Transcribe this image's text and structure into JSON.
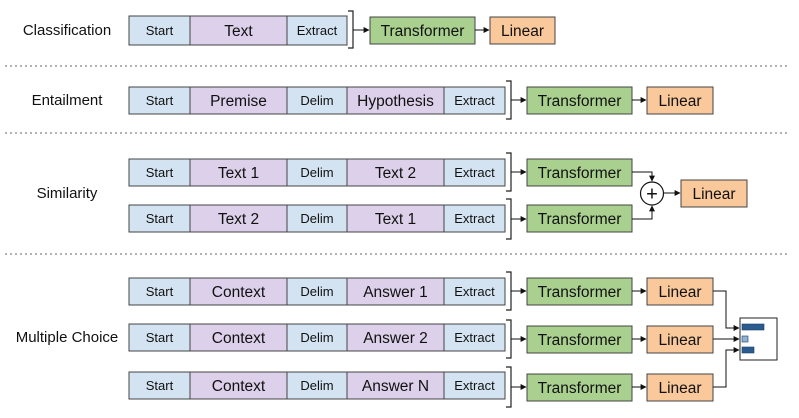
{
  "tasks": {
    "classification": {
      "label": "Classification",
      "tokens": [
        "Start",
        "Text",
        "Extract"
      ],
      "transformer": "Transformer",
      "linear": "Linear"
    },
    "entailment": {
      "label": "Entailment",
      "tokens": [
        "Start",
        "Premise",
        "Delim",
        "Hypothesis",
        "Extract"
      ],
      "transformer": "Transformer",
      "linear": "Linear"
    },
    "similarity": {
      "label": "Similarity",
      "rows": [
        {
          "tokens": [
            "Start",
            "Text 1",
            "Delim",
            "Text 2",
            "Extract"
          ],
          "transformer": "Transformer"
        },
        {
          "tokens": [
            "Start",
            "Text 2",
            "Delim",
            "Text 1",
            "Extract"
          ],
          "transformer": "Transformer"
        }
      ],
      "combine_symbol": "+",
      "linear": "Linear"
    },
    "multiple_choice": {
      "label": "Multiple Choice",
      "rows": [
        {
          "tokens": [
            "Start",
            "Context",
            "Delim",
            "Answer 1",
            "Extract"
          ],
          "transformer": "Transformer",
          "linear": "Linear"
        },
        {
          "tokens": [
            "Start",
            "Context",
            "Delim",
            "Answer 2",
            "Extract"
          ],
          "transformer": "Transformer",
          "linear": "Linear"
        },
        {
          "tokens": [
            "Start",
            "Context",
            "Delim",
            "Answer N",
            "Extract"
          ],
          "transformer": "Transformer",
          "linear": "Linear"
        }
      ],
      "output_icon": "softmax-bars-icon"
    }
  },
  "colors": {
    "special_token": "#d4e3f2",
    "text_token": "#dcd0ea",
    "transformer": "#a9d08e",
    "linear": "#f9c89b"
  }
}
